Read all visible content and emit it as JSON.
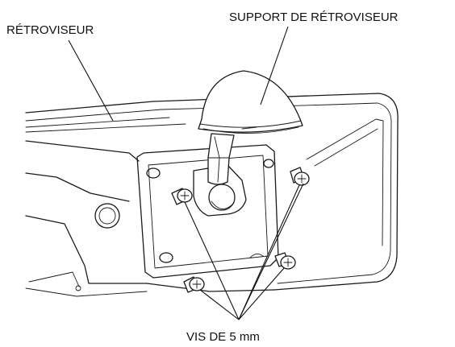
{
  "diagram": {
    "labels": {
      "mirror": "RÉTROVISEUR",
      "mirror_mount": "SUPPORT DE RÉTROVISEUR",
      "screws": "VIS DE 5 mm"
    }
  }
}
